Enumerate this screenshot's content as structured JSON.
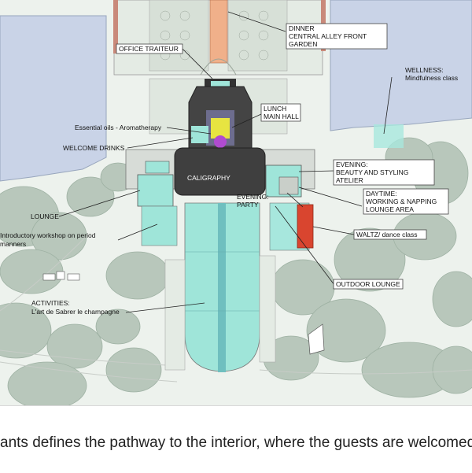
{
  "labels": {
    "dinner": [
      "DINNER",
      "CENTRAL ALLEY FRONT",
      "GARDEN"
    ],
    "office_traiteur": "OFFICE TRAITEUR",
    "lunch": [
      "LUNCH",
      "MAIN HALL"
    ],
    "essential_oils": "Essential oils - Aromatherapy",
    "welcome_drinks": "WELCOME DRINKS",
    "wellness": [
      "WELLNESS:",
      "Mindfulness class"
    ],
    "caligraphy": "CALIGRAPHY",
    "evening_beauty": [
      "EVENING:",
      "BEAUTY AND STYLING",
      "ATELIER"
    ],
    "evening_party": [
      "EVENING:",
      "PARTY"
    ],
    "daytime": [
      "DAYTIME:",
      "WORKING & NAPPING",
      "LOUNGE AREA"
    ],
    "lounge": "LOUNGE",
    "waltz": "WALTZ/ dance class",
    "workshop": [
      "Introductory workshop on period",
      "manners"
    ],
    "outdoor_lounge": "OUTDOOR LOUNGE",
    "activities": [
      "ACTIVITIES:",
      "L'art de Sabrer le champagne"
    ]
  },
  "caption": "ants defines the pathway to the interior, where the guests are welcomed wi",
  "colors": {
    "water": "#c8d2e6",
    "grass": "#e9efe9",
    "trees": "#b9c8bd",
    "pool": "#9fe5d9",
    "building": "#444444",
    "accent_red": "#d9452f",
    "accent_purple": "#b04bd0",
    "accent_yellow": "#e7e441"
  }
}
